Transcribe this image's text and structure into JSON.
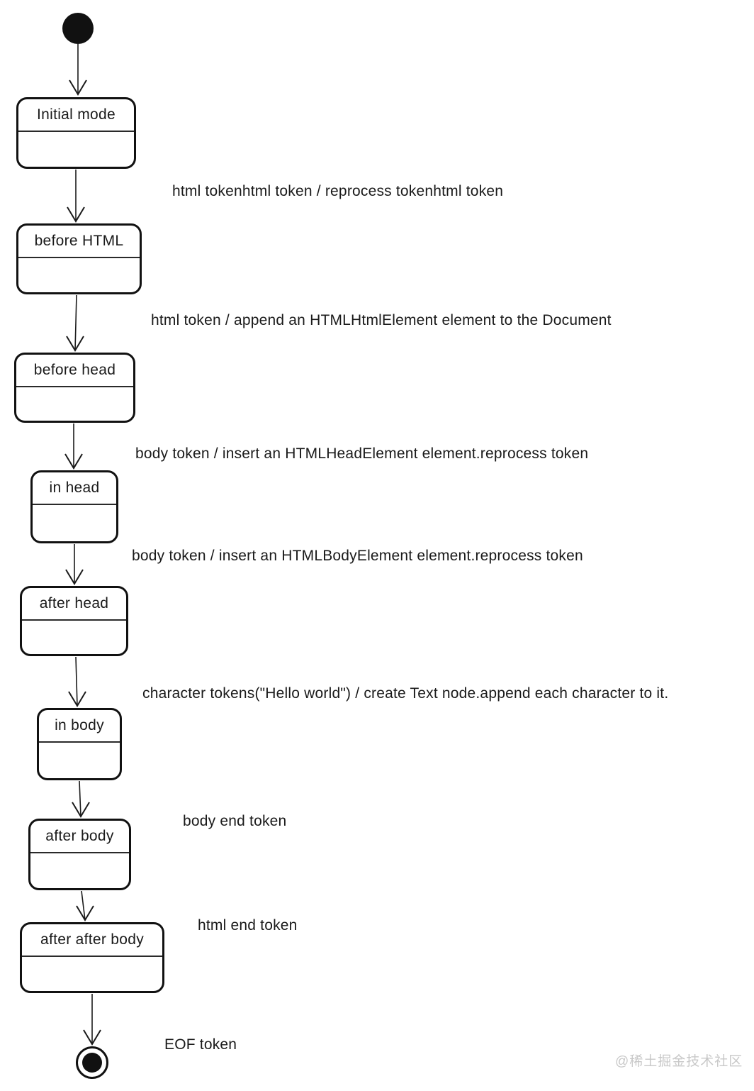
{
  "colors": {
    "line": "#111111",
    "text": "#1a1a1a",
    "background": "#ffffff",
    "watermark_text": "#c8c8c8"
  },
  "states": [
    {
      "label": "Initial mode"
    },
    {
      "label": "before HTML"
    },
    {
      "label": "before head"
    },
    {
      "label": "in head"
    },
    {
      "label": "after head"
    },
    {
      "label": "in body"
    },
    {
      "label": "after body"
    },
    {
      "label": "after after body"
    }
  ],
  "transitions": [
    {
      "label": "html tokenhtml token / reprocess tokenhtml token"
    },
    {
      "label": "html token / append an HTMLHtmlElement element to the Document"
    },
    {
      "label": "body token / insert an HTMLHeadElement element.reprocess token"
    },
    {
      "label": "body token / insert an HTMLBodyElement element.reprocess token"
    },
    {
      "label": "character tokens(\"Hello world\") / create Text node.append each character to it."
    },
    {
      "label": "body end token"
    },
    {
      "label": "html end token"
    },
    {
      "label": "EOF token"
    }
  ],
  "markers": {
    "start_icon": "start-state-icon",
    "end_icon": "final-state-icon"
  },
  "watermark": {
    "text": "@稀土掘金技术社区"
  }
}
